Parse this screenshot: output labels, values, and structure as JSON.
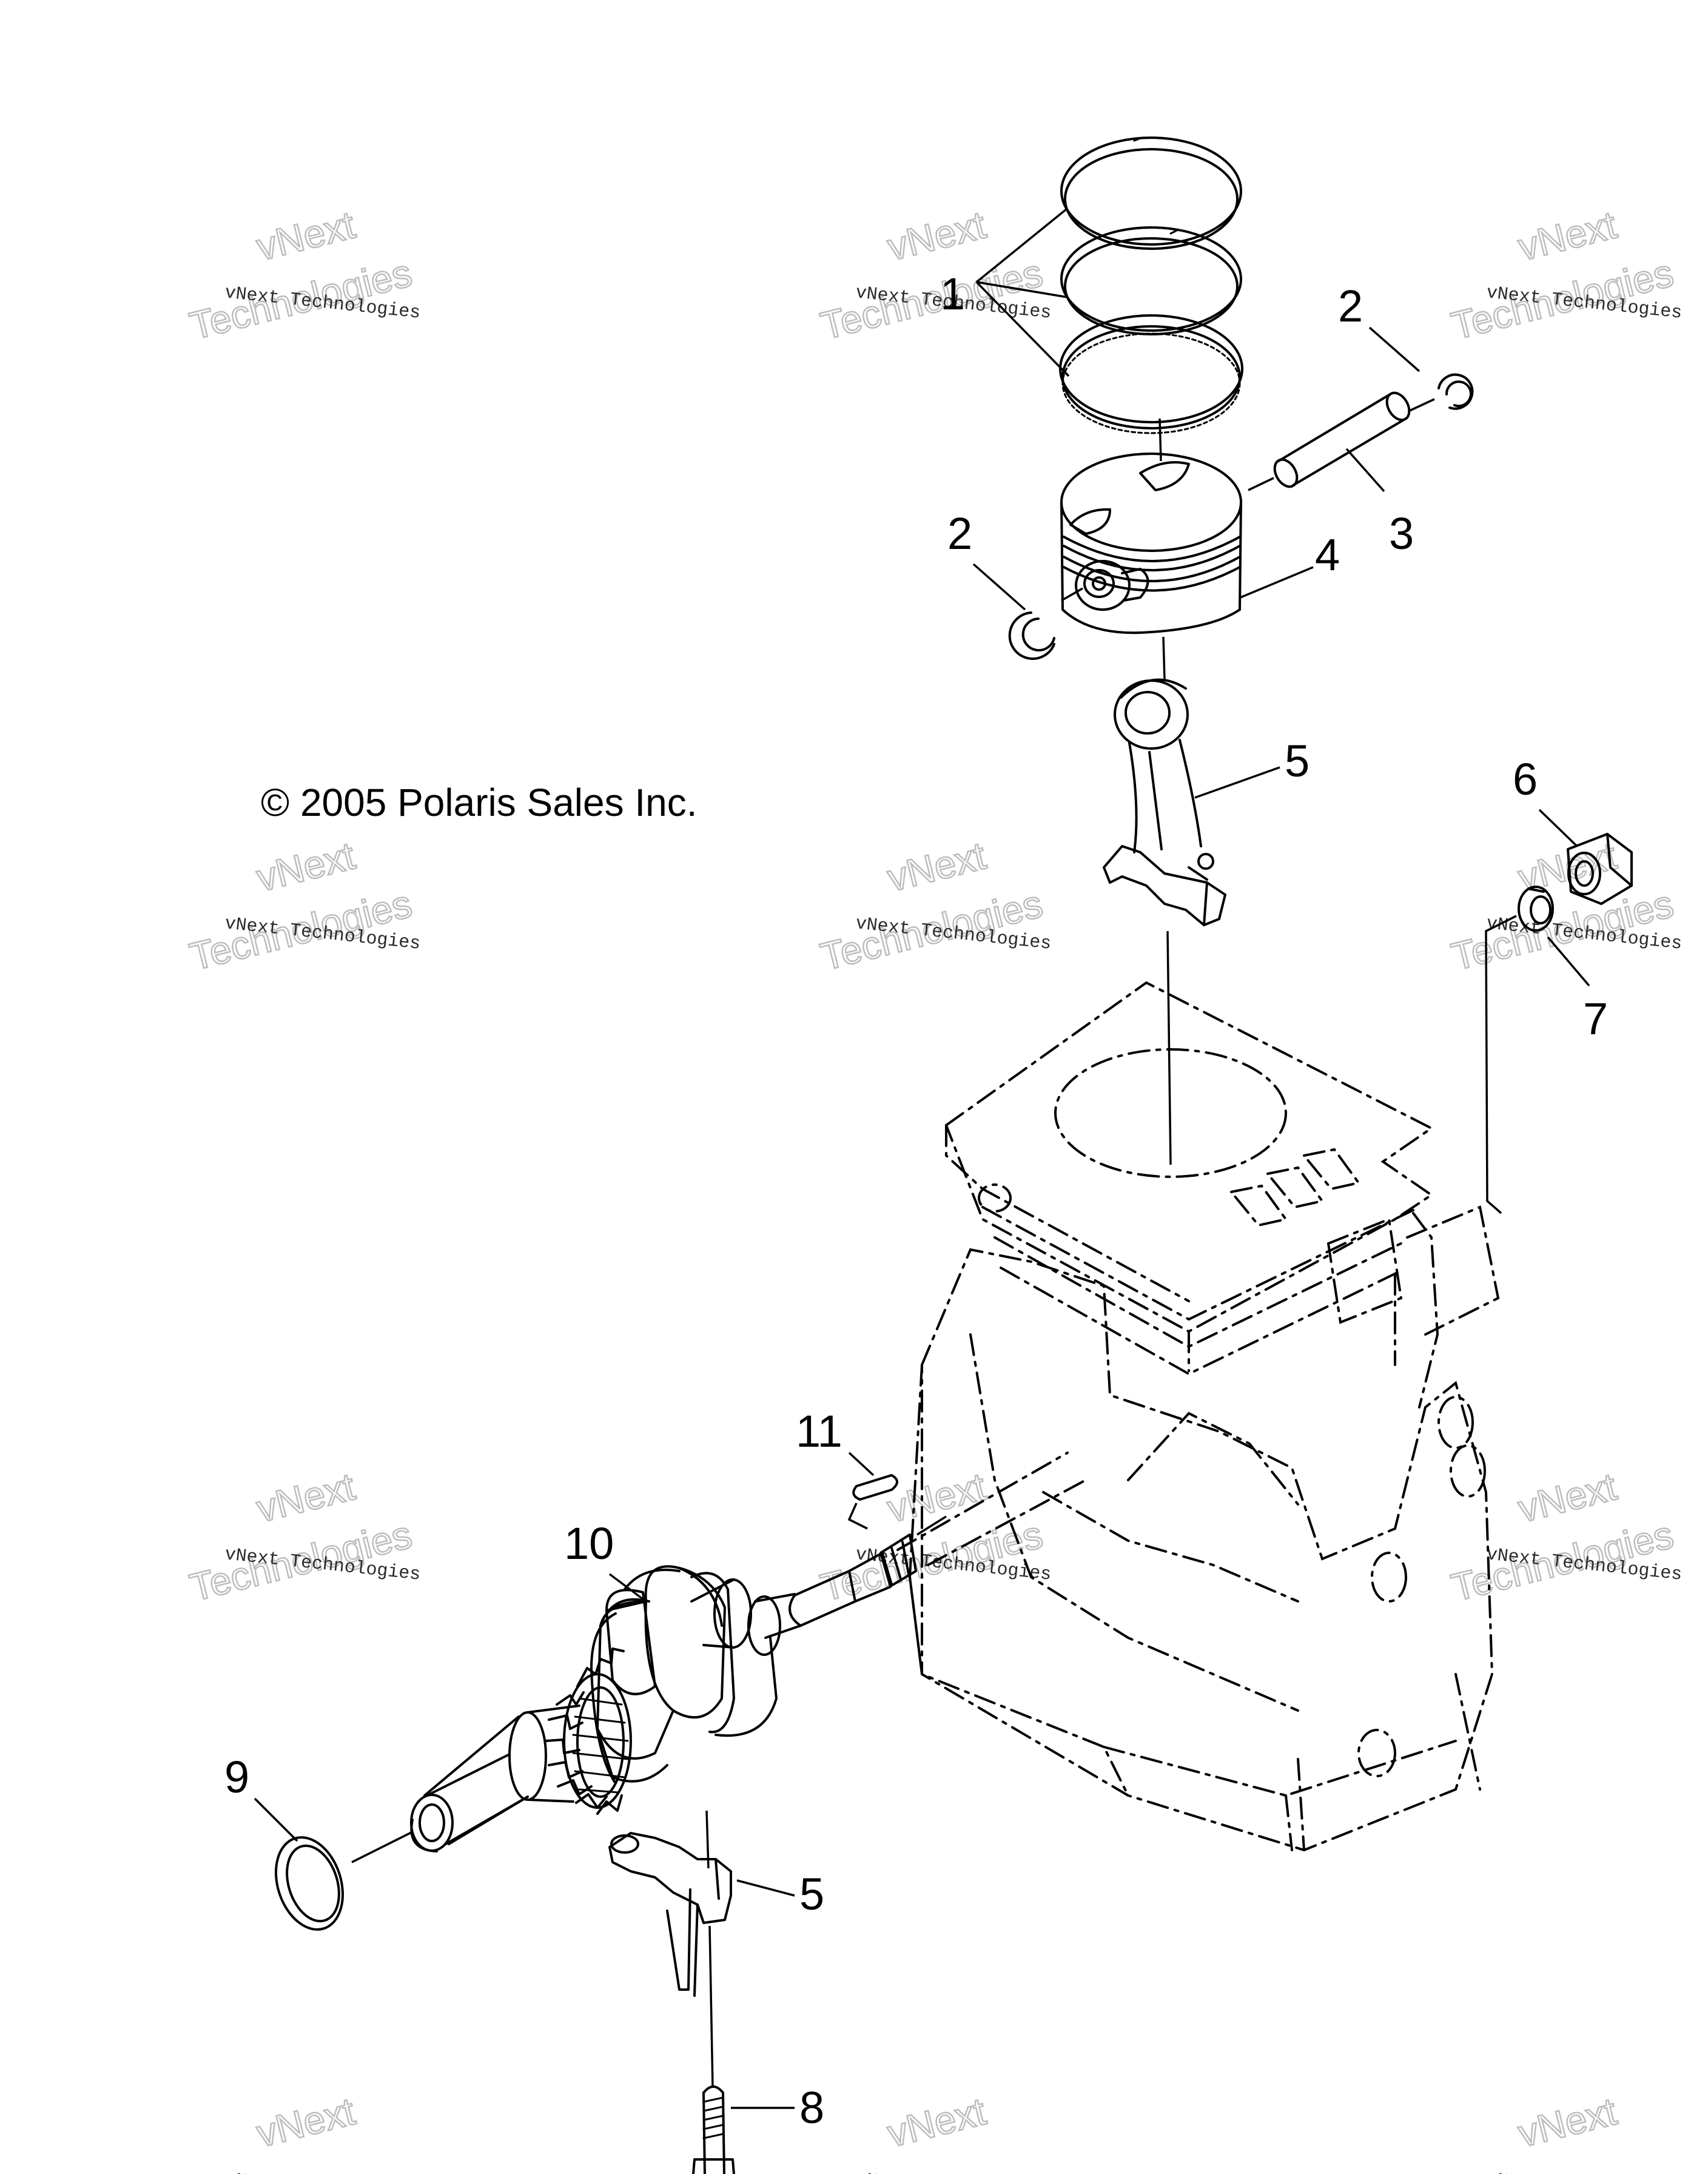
{
  "copyright": "© 2005 Polaris Sales Inc.",
  "watermark": {
    "small": "vNext Technologies",
    "big_top": "vNext",
    "big_bottom": "Technologies"
  },
  "callouts": {
    "c1": "1",
    "c2a": "2",
    "c2b": "2",
    "c3": "3",
    "c4": "4",
    "c5a": "5",
    "c5b": "5",
    "c6": "6",
    "c7": "7",
    "c8": "8",
    "c9": "9",
    "c10": "10",
    "c11": "11"
  }
}
